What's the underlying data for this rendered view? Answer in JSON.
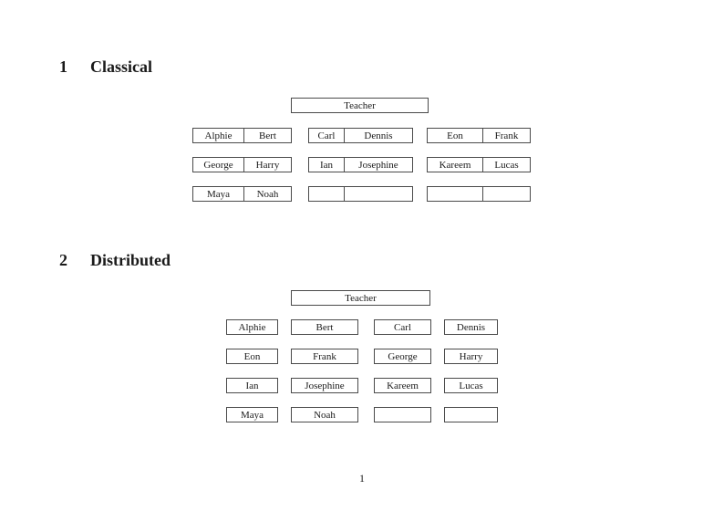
{
  "sections": [
    {
      "number": "1",
      "title": "Classical",
      "teacher_label": "Teacher",
      "desks": [
        [
          [
            "Alphie",
            "Bert"
          ],
          [
            "Carl",
            "Dennis"
          ],
          [
            "Eon",
            "Frank"
          ]
        ],
        [
          [
            "George",
            "Harry"
          ],
          [
            "Ian",
            "Josephine"
          ],
          [
            "Kareem",
            "Lucas"
          ]
        ],
        [
          [
            "Maya",
            "Noah"
          ],
          [
            "",
            ""
          ],
          [
            "",
            ""
          ]
        ]
      ]
    },
    {
      "number": "2",
      "title": "Distributed",
      "teacher_label": "Teacher",
      "desks": [
        [
          "Alphie",
          "Bert",
          "Carl",
          "Dennis"
        ],
        [
          "Eon",
          "Frank",
          "George",
          "Harry"
        ],
        [
          "Ian",
          "Josephine",
          "Kareem",
          "Lucas"
        ],
        [
          "Maya",
          "Noah",
          "",
          ""
        ]
      ]
    }
  ],
  "footer": {
    "page_number": "1"
  },
  "colors": {
    "border": "#4a4a4a",
    "text": "#1a1a1a",
    "background": "#ffffff"
  }
}
